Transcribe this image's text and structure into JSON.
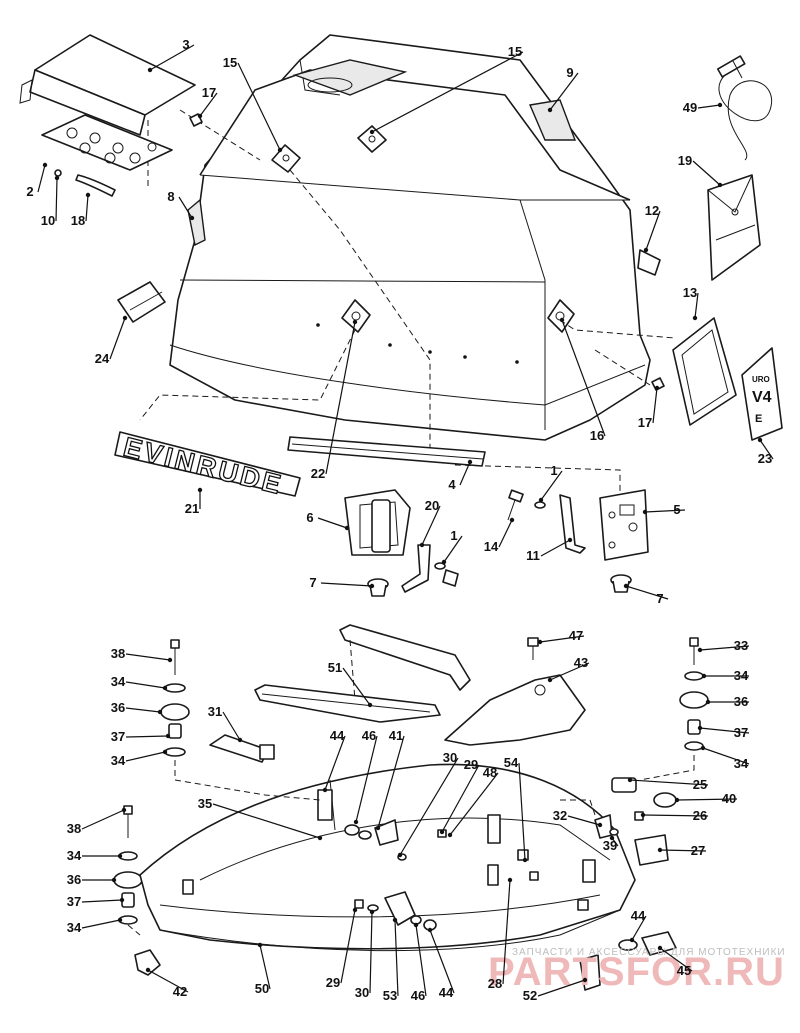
{
  "callouts": [
    {
      "id": "c3",
      "text": "3"
    },
    {
      "id": "c2",
      "text": "2"
    },
    {
      "id": "c10",
      "text": "10"
    },
    {
      "id": "c18",
      "text": "18"
    },
    {
      "id": "c17a",
      "text": "17"
    },
    {
      "id": "c15a",
      "text": "15"
    },
    {
      "id": "c15b",
      "text": "15"
    },
    {
      "id": "c9",
      "text": "9"
    },
    {
      "id": "c49",
      "text": "49"
    },
    {
      "id": "c19",
      "text": "19"
    },
    {
      "id": "c8",
      "text": "8"
    },
    {
      "id": "c12",
      "text": "12"
    },
    {
      "id": "c24",
      "text": "24"
    },
    {
      "id": "c13",
      "text": "13"
    },
    {
      "id": "c16",
      "text": "16"
    },
    {
      "id": "c17b",
      "text": "17"
    },
    {
      "id": "c23",
      "text": "23"
    },
    {
      "id": "c22",
      "text": "22"
    },
    {
      "id": "c21",
      "text": "21"
    },
    {
      "id": "c4",
      "text": "4"
    },
    {
      "id": "c1a",
      "text": "1"
    },
    {
      "id": "c5",
      "text": "5"
    },
    {
      "id": "c6",
      "text": "6"
    },
    {
      "id": "c20",
      "text": "20"
    },
    {
      "id": "c1b",
      "text": "1"
    },
    {
      "id": "c14",
      "text": "14"
    },
    {
      "id": "c11",
      "text": "11"
    },
    {
      "id": "c7a",
      "text": "7"
    },
    {
      "id": "c7b",
      "text": "7"
    },
    {
      "id": "c38a",
      "text": "38"
    },
    {
      "id": "c34a",
      "text": "34"
    },
    {
      "id": "c36a",
      "text": "36"
    },
    {
      "id": "c37a",
      "text": "37"
    },
    {
      "id": "c34b",
      "text": "34"
    },
    {
      "id": "c51",
      "text": "51"
    },
    {
      "id": "c47",
      "text": "47"
    },
    {
      "id": "c43",
      "text": "43"
    },
    {
      "id": "c33",
      "text": "33"
    },
    {
      "id": "c34c",
      "text": "34"
    },
    {
      "id": "c36b",
      "text": "36"
    },
    {
      "id": "c37b",
      "text": "37"
    },
    {
      "id": "c34d",
      "text": "34"
    },
    {
      "id": "c31",
      "text": "31"
    },
    {
      "id": "c44a",
      "text": "44"
    },
    {
      "id": "c46a",
      "text": "46"
    },
    {
      "id": "c41",
      "text": "41"
    },
    {
      "id": "c30a",
      "text": "30"
    },
    {
      "id": "c29a",
      "text": "29"
    },
    {
      "id": "c48",
      "text": "48"
    },
    {
      "id": "c54",
      "text": "54"
    },
    {
      "id": "c25",
      "text": "25"
    },
    {
      "id": "c40",
      "text": "40"
    },
    {
      "id": "c26",
      "text": "26"
    },
    {
      "id": "c35",
      "text": "35"
    },
    {
      "id": "c32",
      "text": "32"
    },
    {
      "id": "c39",
      "text": "39"
    },
    {
      "id": "c27",
      "text": "27"
    },
    {
      "id": "c38b",
      "text": "38"
    },
    {
      "id": "c34e",
      "text": "34"
    },
    {
      "id": "c36c",
      "text": "36"
    },
    {
      "id": "c37c",
      "text": "37"
    },
    {
      "id": "c34f",
      "text": "34"
    },
    {
      "id": "c44b",
      "text": "44"
    },
    {
      "id": "c45",
      "text": "45"
    },
    {
      "id": "c42",
      "text": "42"
    },
    {
      "id": "c50",
      "text": "50"
    },
    {
      "id": "c29b",
      "text": "29"
    },
    {
      "id": "c30b",
      "text": "30"
    },
    {
      "id": "c53",
      "text": "53"
    },
    {
      "id": "c46b",
      "text": "46"
    },
    {
      "id": "c44c",
      "text": "44"
    },
    {
      "id": "c28",
      "text": "28"
    },
    {
      "id": "c52",
      "text": "52"
    }
  ],
  "brand_nameplate": "EVINRUDE",
  "decal": {
    "top": "URO",
    "model": "V4",
    "bottom": "E"
  },
  "watermark": {
    "small": "ЗАПЧАСТИ И АКСЕССУАРЫ ДЛЯ МОТОТЕХНИКИ",
    "big": "PARTSFOR.RU"
  }
}
